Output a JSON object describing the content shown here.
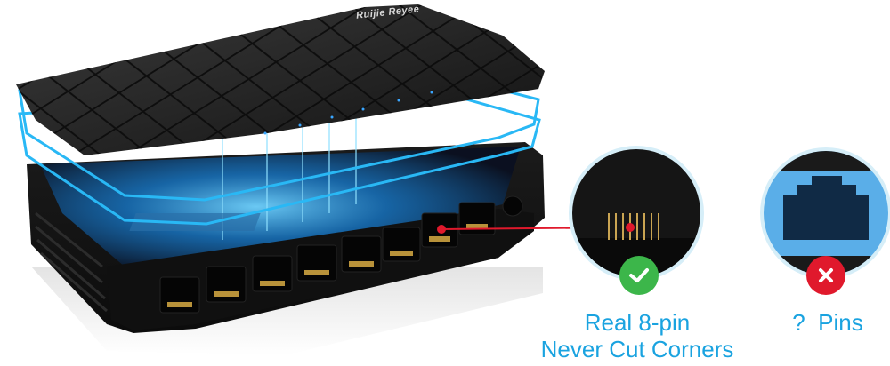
{
  "product": {
    "brand_logo": "Ruijie Reyee",
    "description": "8-port network switch exploded view with glowing blue circuit board",
    "port_count": 8
  },
  "comparison": {
    "good": {
      "label_line1": "Real 8-pin",
      "label_line2": "Never Cut Corners",
      "badge_icon": "check-icon",
      "badge_color": "#3cb64a"
    },
    "bad": {
      "label": "?  Pins",
      "badge_icon": "x-icon",
      "badge_color": "#e0192c"
    }
  },
  "colors": {
    "accent_text": "#1aa3e0",
    "glow": "#1fb6ff",
    "callout_line": "#e0192c",
    "device_body": "#151515"
  }
}
